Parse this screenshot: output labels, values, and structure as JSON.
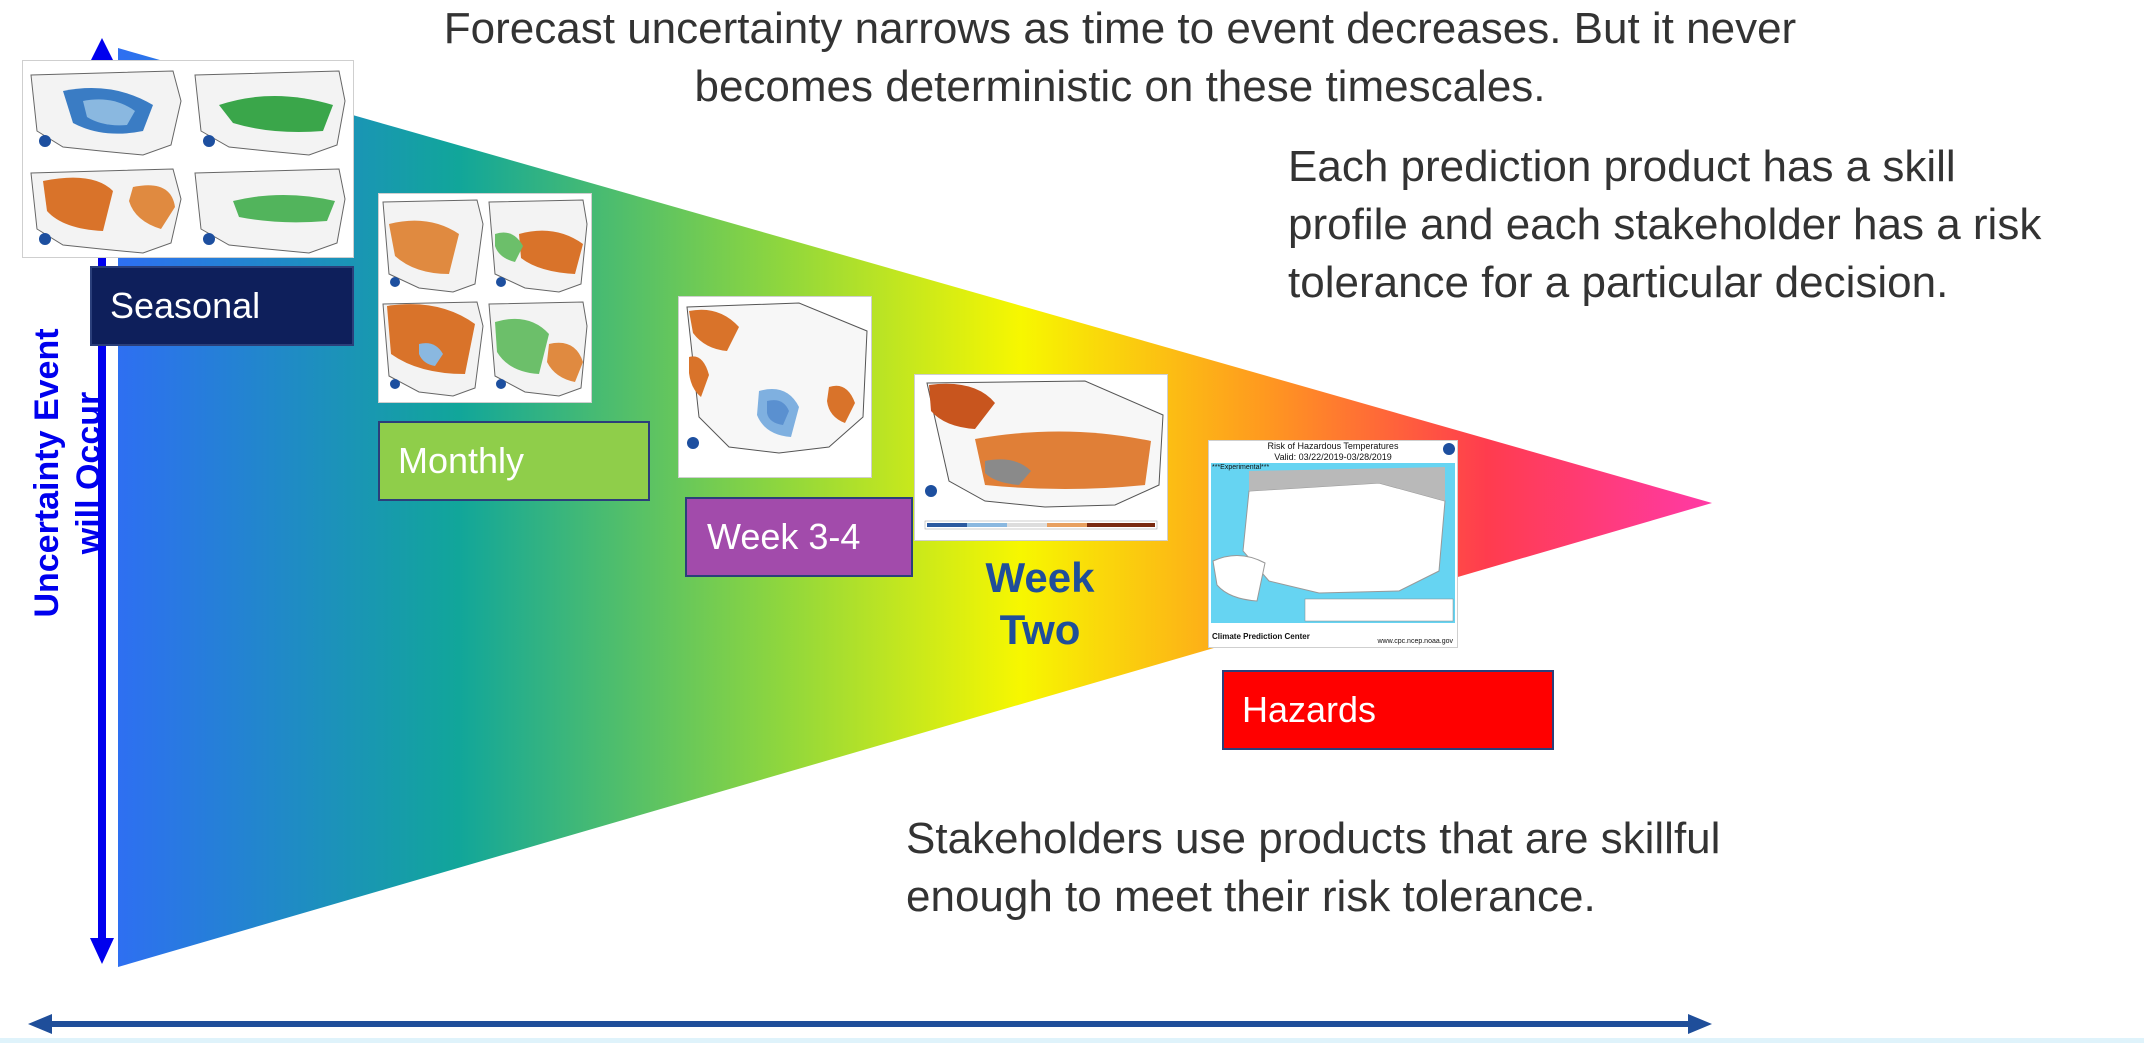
{
  "title": {
    "line1": "Forecast uncertainty narrows as time to event decreases. But it never",
    "line2": "becomes deterministic on these timescales."
  },
  "profile_note": {
    "line1": "Each prediction product has a skill",
    "line2": "profile and each stakeholder has a risk",
    "line3": "tolerance for a particular decision."
  },
  "stakeholder_note": {
    "line1": "Stakeholders use products that are skillful",
    "line2": "enough to meet their risk tolerance."
  },
  "vertical_axis": {
    "line1": "Uncertainty Event",
    "line2": "will Occur",
    "color": "#0000ee"
  },
  "products": [
    {
      "label": "Seasonal",
      "color": "#0e1f5b"
    },
    {
      "label": "Monthly",
      "color": "#8fce4a"
    },
    {
      "label": "Week 3-4",
      "color": "#a24bab"
    },
    {
      "label": "Week",
      "label2": "Two",
      "color": "#1f4e9a"
    },
    {
      "label": "Hazards",
      "color": "#ff0000"
    }
  ],
  "gradient_colors": [
    "#2f6df5",
    "#11a69a",
    "#8ed63e",
    "#f7f700",
    "#ff9a1f",
    "#ff3c4e",
    "#ff3aa6"
  ],
  "hazards_map": {
    "title": "Risk of Hazardous Temperatures",
    "valid": "Valid: 03/22/2019-03/28/2019",
    "flag": "***Experimental***",
    "footer": "Climate Prediction Center",
    "url": "www.cpc.ncep.noaa.gov"
  }
}
